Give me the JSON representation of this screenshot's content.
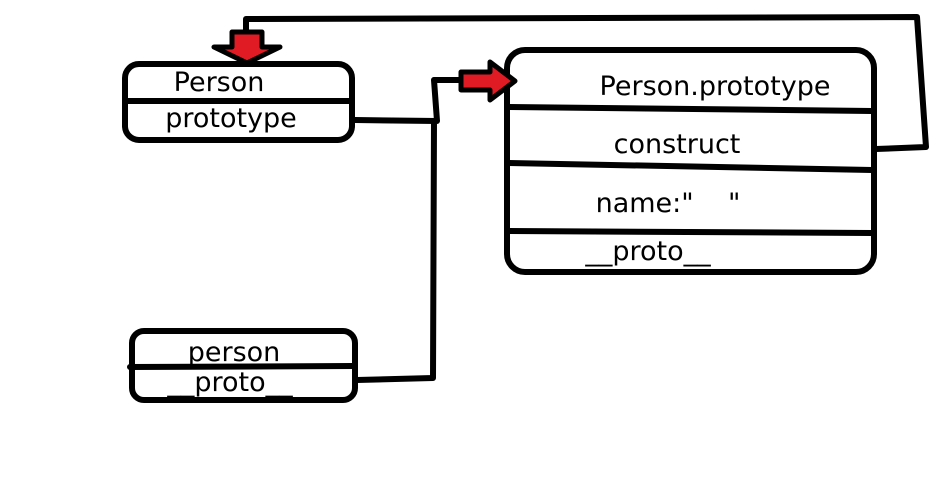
{
  "diagram": {
    "person_constructor": {
      "name": "Person",
      "field": "prototype"
    },
    "person_prototype": {
      "title": "Person.prototype",
      "fields": [
        "construct",
        "name:\"    \"",
        "__proto__"
      ]
    },
    "person_instance": {
      "name": "person",
      "field": "__proto__"
    }
  },
  "colors": {
    "stroke": "#000000",
    "arrow_fill": "#e01b24"
  }
}
